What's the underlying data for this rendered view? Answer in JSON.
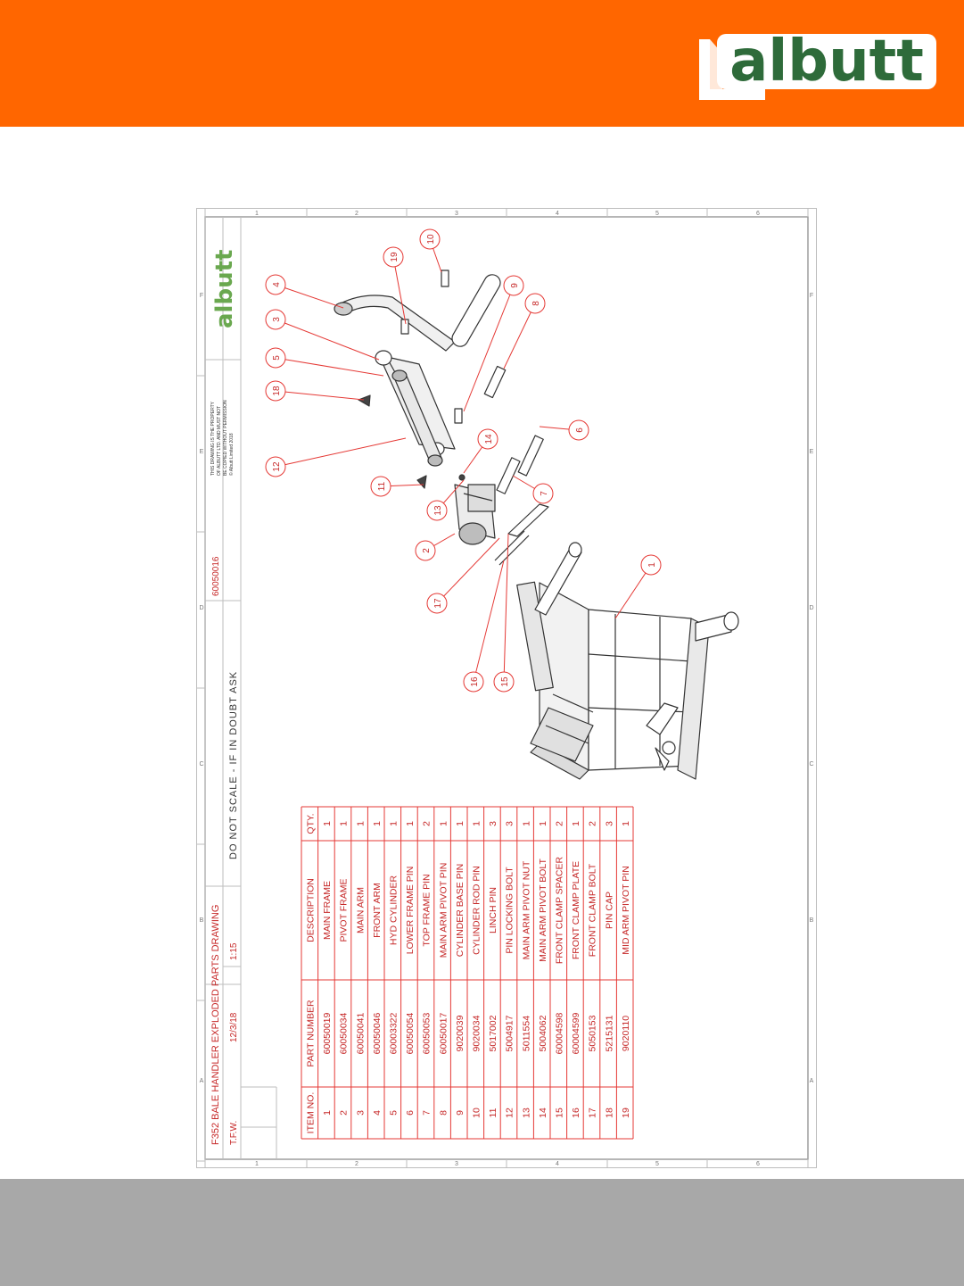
{
  "brand": {
    "name": "albutt",
    "header_color": "#ff6600",
    "footer_color": "#a8a8a8",
    "logo_green": "#2e6b3a",
    "red_line": "#e02020"
  },
  "title_block": {
    "title": "F352 BALE HANDLER EXPLODED PARTS DRAWING",
    "drawn_by": "T.F.W.",
    "date": "12/3/18",
    "scale": "1:15",
    "drawing_number": "60050016",
    "notice": "DO NOT SCALE - IF IN DOUBT ASK",
    "disclaimer": [
      "THIS DRAWING IS THE PROPERTY",
      "OF ALBUTT LTD. AND MUST NOT",
      "BE COPIED WITHOUT PERMISSION",
      "© Albutt Limited 2018"
    ]
  },
  "zones": {
    "letters": [
      "A",
      "B",
      "C",
      "D",
      "E",
      "F"
    ],
    "numbers": [
      "1",
      "2",
      "3",
      "4",
      "5",
      "6"
    ]
  },
  "bom": {
    "headers": [
      "ITEM NO.",
      "PART NUMBER",
      "DESCRIPTION",
      "QTY."
    ],
    "rows": [
      [
        "1",
        "60050019",
        "MAIN FRAME",
        "1"
      ],
      [
        "2",
        "60050034",
        "PIVOT FRAME",
        "1"
      ],
      [
        "3",
        "60050041",
        "MAIN ARM",
        "1"
      ],
      [
        "4",
        "60050046",
        "FRONT ARM",
        "1"
      ],
      [
        "5",
        "60003322",
        "HYD CYLINDER",
        "1"
      ],
      [
        "6",
        "60050054",
        "LOWER FRAME PIN",
        "1"
      ],
      [
        "7",
        "60050053",
        "TOP FRAME PIN",
        "2"
      ],
      [
        "8",
        "60050017",
        "MAIN ARM PIVOT PIN",
        "1"
      ],
      [
        "9",
        "9020039",
        "CYLINDER BASE PIN",
        "1"
      ],
      [
        "10",
        "9020034",
        "CYLINDER ROD PIN",
        "1"
      ],
      [
        "11",
        "5017002",
        "LINCH PIN",
        "3"
      ],
      [
        "12",
        "5004917",
        "PIN LOCKING BOLT",
        "3"
      ],
      [
        "13",
        "5011554",
        "MAIN ARM PIVOT NUT",
        "1"
      ],
      [
        "14",
        "5004062",
        "MAIN ARM PIVOT BOLT",
        "1"
      ],
      [
        "15",
        "60004598",
        "FRONT CLAMP SPACER",
        "2"
      ],
      [
        "16",
        "60004599",
        "FRONT CLAMP PLATE",
        "1"
      ],
      [
        "17",
        "5050153",
        "FRONT CLAMP BOLT",
        "2"
      ],
      [
        "18",
        "5215131",
        "PIN CAP",
        "3"
      ],
      [
        "19",
        "9020110",
        "MID ARM PIVOT PIN",
        "1"
      ]
    ]
  },
  "balloons": [
    "1",
    "2",
    "3",
    "4",
    "5",
    "6",
    "7",
    "8",
    "9",
    "10",
    "11",
    "12",
    "13",
    "14",
    "15",
    "16",
    "17",
    "18",
    "19"
  ]
}
